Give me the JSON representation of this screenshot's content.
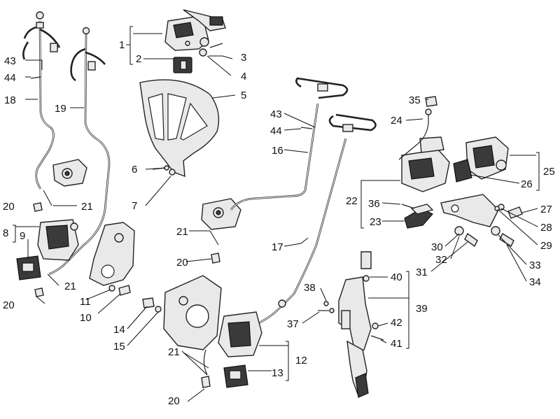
{
  "diagram": {
    "labels": {
      "l1": "1",
      "l2": "2",
      "l3": "3",
      "l4": "4",
      "l5": "5",
      "l6": "6",
      "l7": "7",
      "l8": "8",
      "l9": "9",
      "l10": "10",
      "l11": "11",
      "l12": "12",
      "l13": "13",
      "l14": "14",
      "l15": "15",
      "l16": "16",
      "l17": "17",
      "l18": "18",
      "l19": "19",
      "l20a": "20",
      "l20b": "20",
      "l20c": "20",
      "l20d": "20",
      "l21a": "21",
      "l21b": "21",
      "l21c": "21",
      "l21d": "21",
      "l22": "22",
      "l23": "23",
      "l24": "24",
      "l25": "25",
      "l26": "26",
      "l27": "27",
      "l28": "28",
      "l29": "29",
      "l30": "30",
      "l31": "31",
      "l32": "32",
      "l33": "33",
      "l34": "34",
      "l35": "35",
      "l36": "36",
      "l37": "37",
      "l38": "38",
      "l39": "39",
      "l40": "40",
      "l41": "41",
      "l42": "42",
      "l43a": "43",
      "l43b": "43",
      "l44a": "44",
      "l44b": "44"
    }
  }
}
